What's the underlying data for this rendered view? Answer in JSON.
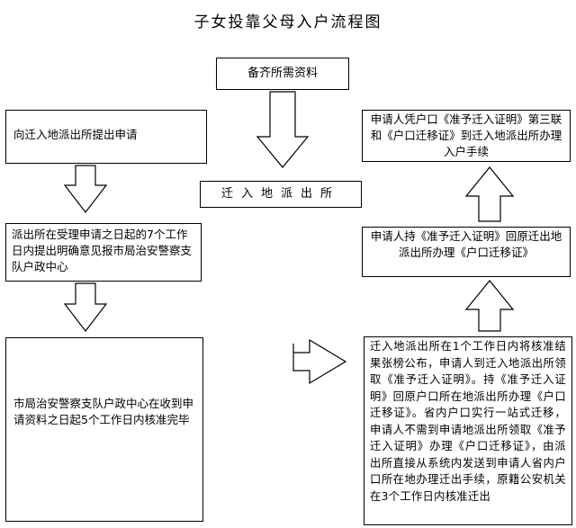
{
  "title": "子女投靠父母入户流程图",
  "steps": {
    "prepare": "备齐所需资料",
    "apply": "向迁入地派出所提出申请",
    "goto_station": "迁入地派出所",
    "police_station_review": "派出所在受理申请之日起的7个工作日内提出明确意见报市局治安警察支队户政中心",
    "city_review": "市局治安警察支队户政中心在收到申请资料之日起5个工作日内核准完毕",
    "publicize": "迁入地派出所在1个工作日内将核准结果张榜公布，申请人到迁入地派出所领取《准予迁入证明》。持《准予迁入证明》回原户口所在地派出所办理《户口迁移证》。省内户口实行一站式迁移，申请人不需到申请地派出所领取《准予迁入证明》办理《户口迁移证》，由派出所直接从系统内发送到申请人省内户口所在地办理迁出手续，原籍公安机关在3个工作日内核准迁出",
    "return_origin": "申请人持《准予迁入证明》回原迁出地派出所办理《户口迁移证》",
    "final": "申请人凭户口《准予迁入证明》第三联和《户口迁移证》到迁入地派出所办理入户手续"
  }
}
